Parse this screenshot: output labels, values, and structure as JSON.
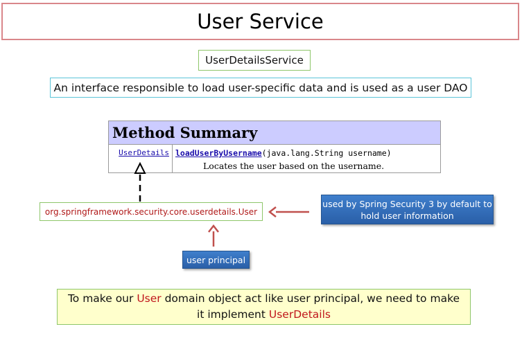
{
  "title": "User Service",
  "service_name": "UserDetailsService",
  "interface_description": "An interface responsible to load user-specific data and is used as a user DAO",
  "method_summary": {
    "header": "Method Summary",
    "return_type": "UserDetails",
    "method_name": "loadUserByUsername",
    "params": "(java.lang.String username)",
    "description": "Locates the user based on the username."
  },
  "user_class": "org.springframework.security.core.userdetails.User",
  "default_note": "used by Spring Security 3 by default to hold user information",
  "principal_note": "user principal",
  "bottom_note": {
    "part1": "To make our ",
    "user_word": "User",
    "part2": " domain object act like user principal, we need to make it implement ",
    "userdetails_word": "UserDetails"
  },
  "colors": {
    "title_border": "#d9868a",
    "green_border": "#8ec66a",
    "cyan_border": "#5bc4d8",
    "table_header_bg": "#ccccff",
    "accent_red": "#c0151c",
    "button_blue": "#3a74c2",
    "bottom_bg": "#ffffcc"
  }
}
